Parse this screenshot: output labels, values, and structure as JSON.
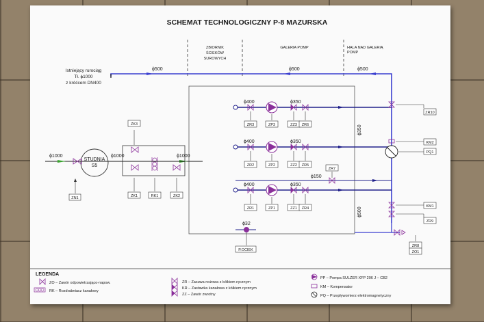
{
  "title": "SCHEMAT TECHNOLOGICZNY P-8 MAZURSKA",
  "sections": {
    "zbiornik": [
      "ZBIORNIK",
      "ŚCIEKÓW",
      "SUROWYCH"
    ],
    "galeria": "GALERIA POMP",
    "hala": [
      "HALA NAD GALERIĄ",
      "POMP"
    ]
  },
  "existing_pipe": [
    "Istniejący rurociąg",
    "Tł. ϕ1000",
    "z króćcem DN400"
  ],
  "well": [
    "STUDNIA",
    "S5"
  ],
  "dims": {
    "top_left": "ϕ500",
    "top_mid": "ϕ500",
    "top_right": "ϕ500",
    "inlet": "ϕ1000",
    "well_out": "ϕ1000",
    "tank_out": "ϕ1000",
    "vertical_upper": "ϕ350",
    "vertical_lower": "ϕ500",
    "pump_in_1": "ϕ400",
    "pump_out_1": "ϕ350",
    "pump_in_2": "ϕ400",
    "pump_out_2": "ϕ350",
    "pump_in_3": "ϕ400",
    "pump_out_3": "ϕ350",
    "bypass": "ϕ150",
    "drain": "ϕ32"
  },
  "tags": {
    "zk3": "ZK3",
    "zk1": "ZK1",
    "rk1": "RK1",
    "zk2": "ZK2",
    "zn1": "ZN1",
    "zr3": "ZR3",
    "zp3": "ZP3",
    "zz3": "ZZ3",
    "zr6": "ZR6",
    "zr2": "ZR2",
    "zp2": "ZP2",
    "zz2": "ZZ2",
    "zr5": "ZR5",
    "zr7": "ZR7",
    "zr1": "ZR1",
    "zp1": "ZP1",
    "zz1": "ZZ1",
    "zr4": "ZR4",
    "zr10": "ZR10",
    "km2": "KM2",
    "pq1": "PQ1",
    "km1": "KM1",
    "zr9": "ZR9",
    "zr8": "ZR8",
    "zo1": "ZO1",
    "pociek": "P.OCIEK"
  },
  "legend": {
    "title": "LEGENDA",
    "items": [
      "ZO – Zawór odpowietrzająco-napow.",
      "RK – Rozdrabniacz kanałowy",
      "ZR – Zasuwa nożowa z kółkiem ręcznym",
      "KR – Zastawka kanałowa z kółkiem ręcznym",
      "ZZ – Zawór zwrotny",
      "PP – Pompa SULZER XFP 206 J – CB2",
      "KM – Kompensator",
      "PQ – Przepływomierz elektromagnetyczny"
    ]
  },
  "colors": {
    "pipe_dark": "#1f1f8a",
    "pipe_blue": "#3b3fd0",
    "symbol": "#8a2f9a",
    "flow_green": "#3aa52f",
    "line": "#333333"
  }
}
